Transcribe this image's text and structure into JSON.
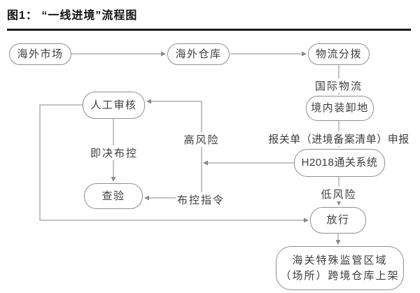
{
  "title": "图1： “一线进境”流程图",
  "flowchart": {
    "nodes": [
      {
        "id": "overseas-market",
        "label": "海外市场"
      },
      {
        "id": "overseas-warehouse",
        "label": "海外仓库"
      },
      {
        "id": "logistics-distribution",
        "label": "物流分拨"
      },
      {
        "id": "domestic-unloading",
        "label": "境内装卸地"
      },
      {
        "id": "h2018-clearance-system",
        "label": "H2018通关系统"
      },
      {
        "id": "release",
        "label": "放行"
      },
      {
        "id": "bonded-warehouse",
        "label": "海关特殊监管区域（场所）跨境仓库上架",
        "line1": "海关特殊监管区域",
        "line2": "（场所）跨境仓库上架"
      },
      {
        "id": "manual-review",
        "label": "人工审核"
      },
      {
        "id": "inspection",
        "label": "查验"
      }
    ],
    "edge_labels": [
      {
        "id": "international-logistics",
        "label": "国际物流"
      },
      {
        "id": "declaration",
        "label": "报关单（进境备案清单）申报"
      },
      {
        "id": "low-risk",
        "label": "低风险"
      },
      {
        "id": "high-risk",
        "label": "高风险"
      },
      {
        "id": "control-command",
        "label": "布控指令"
      },
      {
        "id": "immediate-control",
        "label": "即决布控"
      }
    ],
    "colors": {
      "line": "#8a8a8a",
      "node_border": "#8f8f8f",
      "text": "#3d3d3d",
      "title": "#111111",
      "rule": "#1a1a1a",
      "background": "#ffffff"
    }
  }
}
